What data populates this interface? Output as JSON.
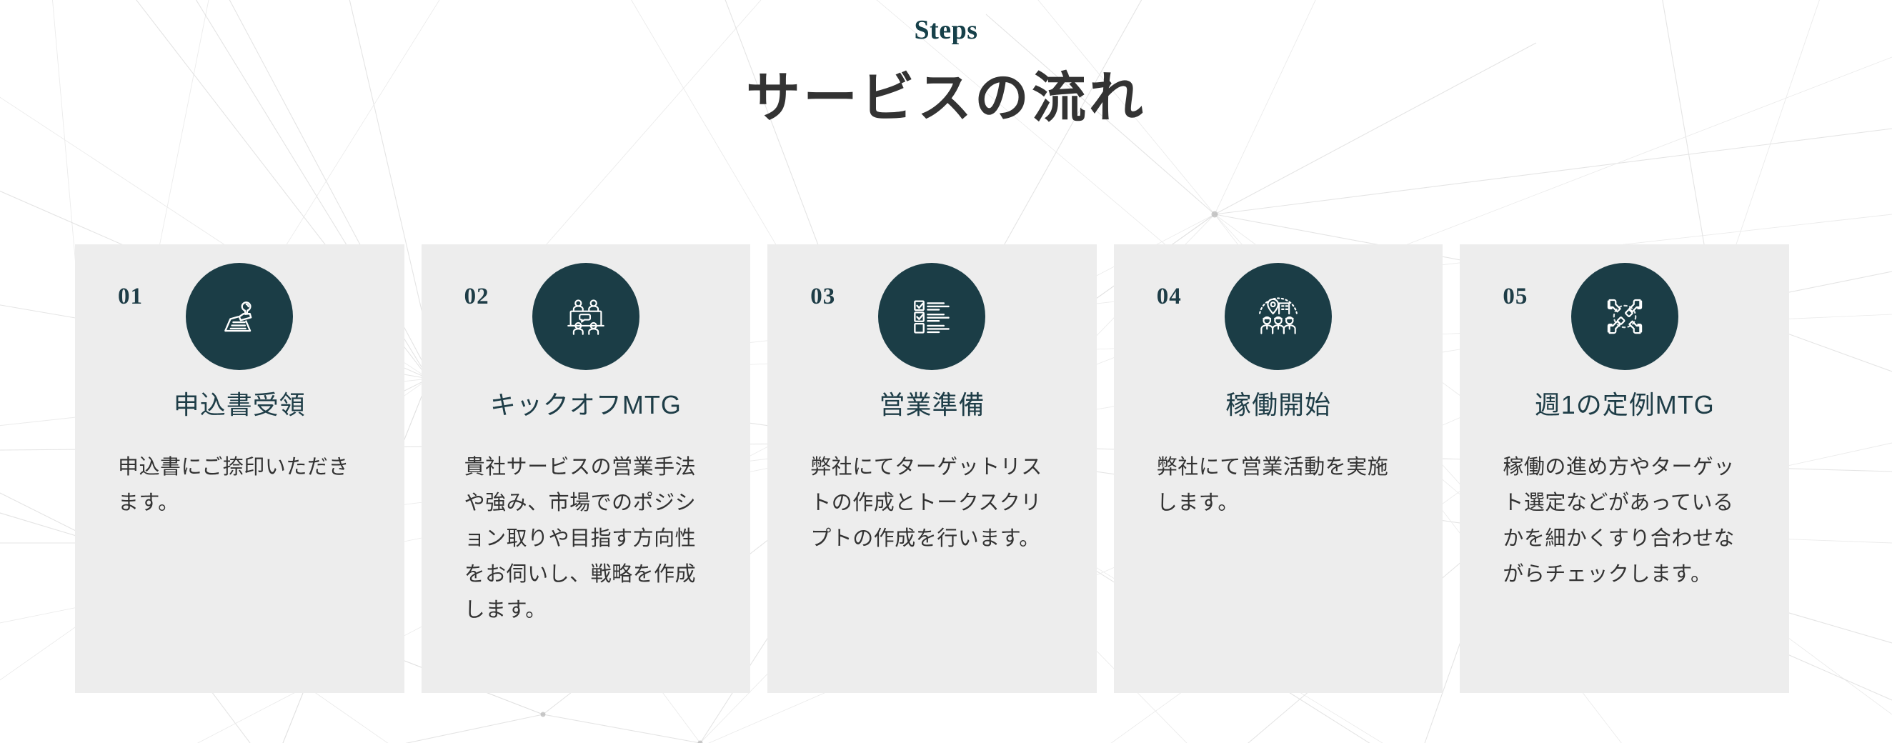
{
  "header": {
    "eyebrow": "Steps",
    "title": "サービスの流れ"
  },
  "theme": {
    "accent_teal": "#1b3d46",
    "title_gray": "#333333",
    "card_bg": "#ededed",
    "page_bg": "#ffffff"
  },
  "steps": [
    {
      "number": "01",
      "icon": "stamp-icon",
      "title": "申込書受領",
      "body": "申込書にご捺印いただきます。"
    },
    {
      "number": "02",
      "icon": "meeting-people-icon",
      "title": "キックオフMTG",
      "body": "貴社サービスの営業手法や強み、市場でのポジション取りや目指す方向性をお伺いし、戦略を作成します。"
    },
    {
      "number": "03",
      "icon": "checklist-icon",
      "title": "営業準備",
      "body": "弊社にてターゲットリストの作成とトークスクリプトの作成を行います。"
    },
    {
      "number": "04",
      "icon": "team-location-building-icon",
      "title": "稼働開始",
      "body": "弊社にて営業活動を実施します。"
    },
    {
      "number": "05",
      "icon": "teamwork-hands-icon",
      "title": "週1の定例MTG",
      "body": "稼働の進め方やターゲット選定などがあっているかを細かくすり合わせながらチェックします。"
    }
  ]
}
